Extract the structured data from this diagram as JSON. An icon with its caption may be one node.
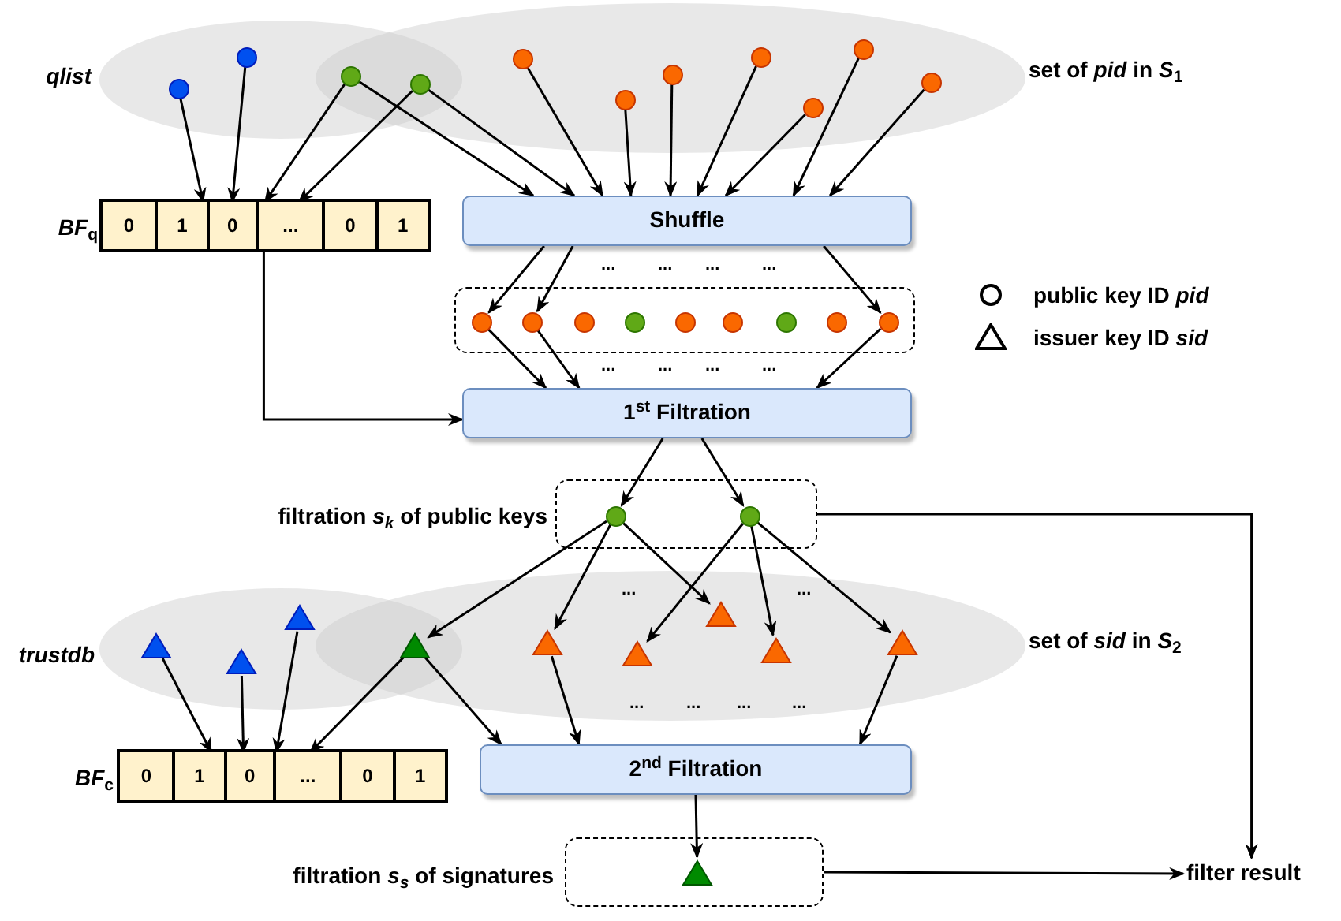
{
  "diagram": {
    "nodes": [
      {
        "text": [
          "qlist"
        ]
      },
      {
        "text": [
          "set of *pid* in *S*$_{1}$"
        ]
      },
      {
        "text": [],
        "shape": "circle",
        "in": 0
      },
      {
        "text": [],
        "shape": "circle",
        "in": 0
      },
      {
        "text": [],
        "shape": "circle"
      },
      {
        "text": [],
        "shape": "circle"
      },
      {
        "text": [],
        "shape": "circle",
        "in": 1
      },
      {
        "text": [],
        "shape": "circle",
        "in": 1
      },
      {
        "text": [],
        "shape": "circle",
        "in": 1
      },
      {
        "text": [],
        "shape": "circle",
        "in": 1
      },
      {
        "text": [],
        "shape": "circle",
        "in": 1
      },
      {
        "text": [],
        "shape": "circle",
        "in": 1
      },
      {
        "text": [],
        "shape": "circle",
        "in": 1
      },
      {
        "text": [
          "*BF*$_{q}$"
        ]
      },
      {
        "text": [
          "0"
        ],
        "in": 13
      },
      {
        "text": [
          "1"
        ],
        "in": 13
      },
      {
        "text": [
          "0"
        ],
        "in": 13
      },
      {
        "text": [
          "..."
        ],
        "in": 13
      },
      {
        "text": [
          "0"
        ],
        "in": 13
      },
      {
        "text": [
          "1"
        ],
        "in": 13
      },
      {
        "text": [
          "Shuffle"
        ]
      },
      {
        "text": [],
        "shape": "box"
      },
      {
        "text": [],
        "shape": "circle",
        "in": 21
      },
      {
        "text": [],
        "shape": "circle",
        "in": 21
      },
      {
        "text": [],
        "shape": "circle",
        "in": 21
      },
      {
        "text": [],
        "shape": "circle",
        "in": 21
      },
      {
        "text": [],
        "shape": "circle",
        "in": 21
      },
      {
        "text": [],
        "shape": "circle",
        "in": 21
      },
      {
        "text": [],
        "shape": "circle",
        "in": 21
      },
      {
        "text": [],
        "shape": "circle",
        "in": 21
      },
      {
        "text": [],
        "shape": "circle",
        "in": 21
      },
      {
        "text": [
          "1$^{st}$ Filtration"
        ]
      },
      {
        "text": [
          "filtration *s$_{k}$* of public keys"
        ]
      },
      {
        "text": [],
        "shape": "circle",
        "in": 32
      },
      {
        "text": [],
        "shape": "circle",
        "in": 32
      },
      {
        "text": [
          "trustdb"
        ]
      },
      {
        "text": [
          "set of *sid* in *S*$_{2}$"
        ]
      },
      {
        "text": [],
        "shape": "triangle",
        "in": 35
      },
      {
        "text": [],
        "shape": "triangle",
        "in": 35
      },
      {
        "text": [],
        "shape": "triangle",
        "in": 35
      },
      {
        "text": [],
        "shape": "triangle"
      },
      {
        "text": [],
        "shape": "triangle",
        "in": 36
      },
      {
        "text": [],
        "shape": "triangle",
        "in": 36
      },
      {
        "text": [],
        "shape": "triangle",
        "in": 36
      },
      {
        "text": [],
        "shape": "triangle",
        "in": 36
      },
      {
        "text": [],
        "shape": "triangle",
        "in": 36
      },
      {
        "text": [
          "*BF*$_{c}$"
        ]
      },
      {
        "text": [
          "0"
        ],
        "in": 46
      },
      {
        "text": [
          "1"
        ],
        "in": 46
      },
      {
        "text": [
          "0"
        ],
        "in": 46
      },
      {
        "text": [
          "..."
        ],
        "in": 46
      },
      {
        "text": [
          "0"
        ],
        "in": 46
      },
      {
        "text": [
          "1"
        ],
        "in": 46
      },
      {
        "text": [
          "2$^{nd}$ Filtration"
        ]
      },
      {
        "text": [
          "filtration *s$_{s}$* of signatures"
        ]
      },
      {
        "text": [],
        "shape": "triangle",
        "in": 54
      },
      {
        "text": [
          "filter result"
        ]
      }
    ],
    "edges": [
      {
        "from": 2,
        "to": 15,
        "arrow": "to"
      },
      {
        "from": 3,
        "to": 16,
        "arrow": "to"
      },
      {
        "from": 4,
        "to": 17,
        "arrow": "to"
      },
      {
        "from": 4,
        "to": 20,
        "arrow": "to"
      },
      {
        "from": 5,
        "to": 17,
        "arrow": "to"
      },
      {
        "from": 5,
        "to": 20,
        "arrow": "to"
      },
      {
        "from": 6,
        "to": 20,
        "arrow": "to"
      },
      {
        "from": 7,
        "to": 20,
        "arrow": "to"
      },
      {
        "from": 8,
        "to": 20,
        "arrow": "to"
      },
      {
        "from": 9,
        "to": 20,
        "arrow": "to"
      },
      {
        "from": 10,
        "to": 20,
        "arrow": "to"
      },
      {
        "from": 11,
        "to": 20,
        "arrow": "to"
      },
      {
        "from": 12,
        "to": 20,
        "arrow": "to"
      },
      {
        "from": 20,
        "to": 22,
        "arrow": "to"
      },
      {
        "from": 20,
        "to": 23,
        "arrow": "to"
      },
      {
        "from": 20,
        "to": 30,
        "arrow": "to"
      },
      {
        "from": 22,
        "to": 31,
        "arrow": "to"
      },
      {
        "from": 23,
        "to": 31,
        "arrow": "to"
      },
      {
        "from": 30,
        "to": 31,
        "arrow": "to"
      },
      {
        "from": 17,
        "to": 31,
        "arrow": "to"
      },
      {
        "from": 31,
        "to": 33,
        "arrow": "to"
      },
      {
        "from": 31,
        "to": 34,
        "arrow": "to"
      },
      {
        "from": 33,
        "to": 40,
        "arrow": "to"
      },
      {
        "from": 33,
        "to": 41,
        "arrow": "to"
      },
      {
        "from": 33,
        "to": 43,
        "arrow": "to"
      },
      {
        "from": 34,
        "to": 42,
        "arrow": "to"
      },
      {
        "from": 34,
        "to": 44,
        "arrow": "to"
      },
      {
        "from": 34,
        "to": 45,
        "arrow": "to"
      },
      {
        "from": 32,
        "to": 56,
        "arrow": "to"
      },
      {
        "from": 37,
        "to": 48,
        "arrow": "to"
      },
      {
        "from": 38,
        "to": 49,
        "arrow": "to"
      },
      {
        "from": 39,
        "to": 50,
        "arrow": "to"
      },
      {
        "from": 40,
        "to": 50,
        "arrow": "to"
      },
      {
        "from": 40,
        "to": 53,
        "arrow": "to"
      },
      {
        "from": 41,
        "to": 53,
        "arrow": "to"
      },
      {
        "from": 45,
        "to": 53,
        "arrow": "to"
      },
      {
        "from": 53,
        "to": 55,
        "arrow": "to"
      },
      {
        "from": 54,
        "to": 56,
        "arrow": "to"
      }
    ],
    "labels": [
      "...",
      "...",
      "...",
      "...",
      "...",
      "...",
      "...",
      "...",
      "...",
      "...",
      "...",
      "...",
      "...",
      "..."
    ],
    "legend": [
      {
        "text": "public key ID *pid*"
      },
      {
        "text": "issuer key ID *sid*"
      }
    ]
  }
}
